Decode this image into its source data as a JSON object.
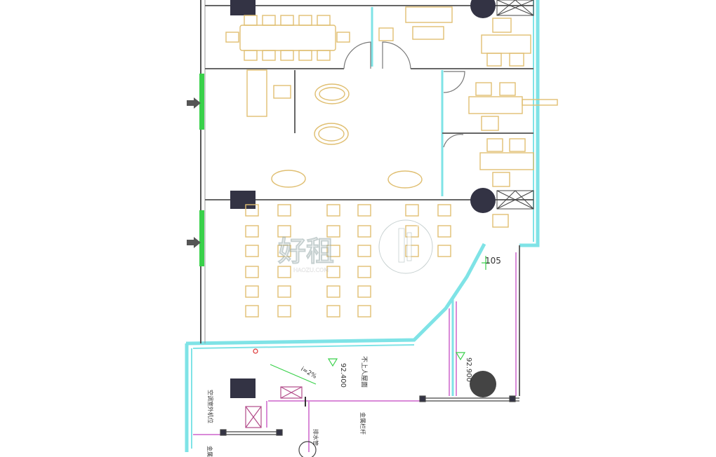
{
  "plan": {
    "room_number": "105",
    "elevation_upper": "92.400",
    "elevation_right": "92.900",
    "slope": "i=2%",
    "no_access_note": "不上人屋面",
    "ac_unit_note": "空调室外机位",
    "rain_pipe_note": "排水管",
    "railing_note": "金属栏杆",
    "bottom_left_note": "金属"
  },
  "watermark": {
    "brand": "好租",
    "sub": "HAOZU.COM"
  },
  "colors": {
    "wall": "#7fe3e6",
    "window": "#39d14a",
    "furniture": "#e8c87a",
    "line": "#555555",
    "pipe": "#d98ad8",
    "column": "#333344"
  }
}
